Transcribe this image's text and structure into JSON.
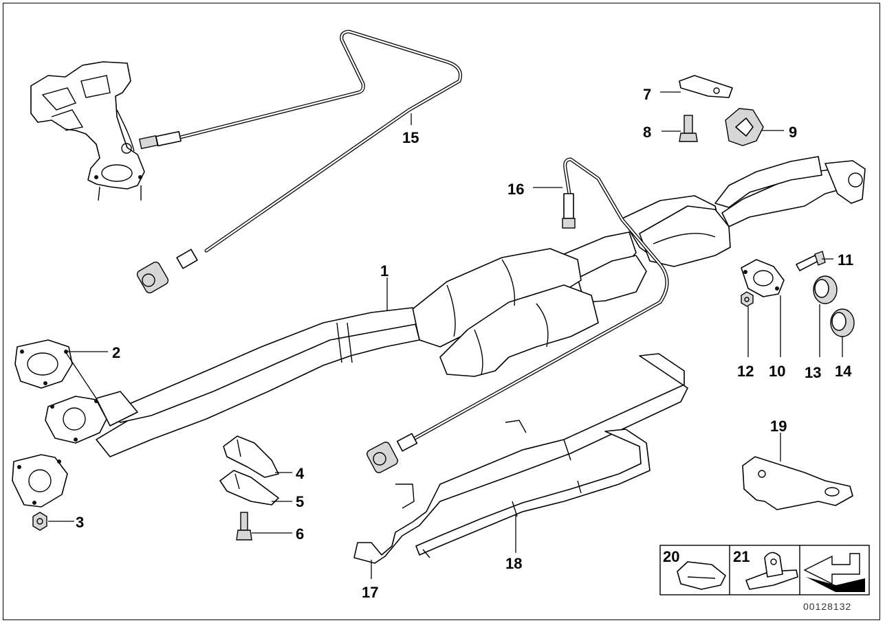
{
  "diagram": {
    "callouts": [
      {
        "id": "1",
        "label": "1"
      },
      {
        "id": "2",
        "label": "2"
      },
      {
        "id": "3",
        "label": "3"
      },
      {
        "id": "4",
        "label": "4"
      },
      {
        "id": "5",
        "label": "5"
      },
      {
        "id": "6",
        "label": "6"
      },
      {
        "id": "7",
        "label": "7"
      },
      {
        "id": "8",
        "label": "8"
      },
      {
        "id": "9",
        "label": "9"
      },
      {
        "id": "10",
        "label": "10"
      },
      {
        "id": "11",
        "label": "11"
      },
      {
        "id": "12",
        "label": "12"
      },
      {
        "id": "13",
        "label": "13"
      },
      {
        "id": "14",
        "label": "14"
      },
      {
        "id": "15",
        "label": "15"
      },
      {
        "id": "16",
        "label": "16"
      },
      {
        "id": "17",
        "label": "17"
      },
      {
        "id": "18",
        "label": "18"
      },
      {
        "id": "19",
        "label": "19"
      },
      {
        "id": "20",
        "label": "20"
      },
      {
        "id": "21",
        "label": "21"
      }
    ],
    "reference_number": "00128132"
  }
}
